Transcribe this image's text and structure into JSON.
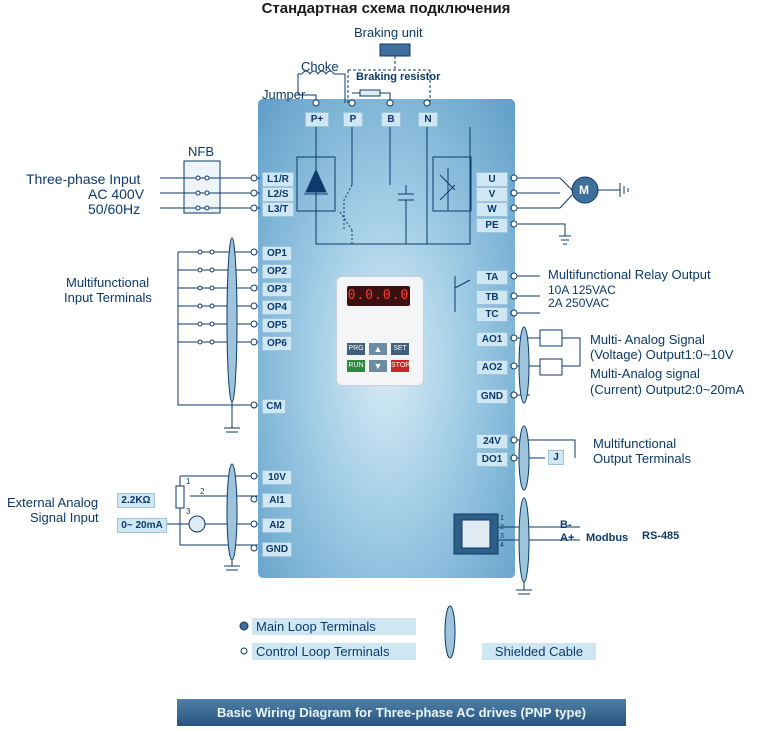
{
  "title": "Стандартная схема подключения",
  "top": {
    "braking_unit": "Braking unit",
    "choke": "Choke",
    "braking_resistor": "Braking resistor",
    "jumper": "Jumper"
  },
  "power_terminals_top": [
    "P+",
    "P",
    "B",
    "N"
  ],
  "input": {
    "nfb": "NFB",
    "line1": "Three-phase Input",
    "line2": "AC 400V",
    "line3": "50/60Hz",
    "terminals": [
      "L1/R",
      "L2/S",
      "L3/T"
    ]
  },
  "output_terminals": [
    "U",
    "V",
    "W",
    "PE"
  ],
  "motor": "M",
  "multi_input": {
    "label1": "Multifunctional",
    "label2": "Input Terminals",
    "terminals": [
      "OP1",
      "OP2",
      "OP3",
      "OP4",
      "OP5",
      "OP6",
      "CM"
    ]
  },
  "analog_in": {
    "terminals": [
      "10V",
      "AI1",
      "AI2",
      "GND"
    ],
    "label1": "External Analog",
    "label2": "Signal Input",
    "pot": "2.2KΩ",
    "current": "0~ 20mA",
    "pin1": "1",
    "pin2": "2",
    "pin3": "3"
  },
  "relay": {
    "terminals": [
      "TA",
      "TB",
      "TC"
    ],
    "label": "Multifunctional Relay Output",
    "rating1": "10A 125VAC",
    "rating2": "2A 250VAC"
  },
  "analog_out": {
    "terminals": [
      "AO1",
      "AO2",
      "GND"
    ],
    "line1": "Multi- Analog Signal",
    "line2": "(Voltage) Output1:0~10V",
    "line3": "Multi-Analog signal",
    "line4": "(Current) Output2:0~20mA"
  },
  "digital_out": {
    "terminals": [
      "24V",
      "DO1"
    ],
    "label1": "Multifunctional",
    "label2": "Output Terminals",
    "relay_tag": "J"
  },
  "modbus": {
    "b_minus": "B-",
    "a_plus": "A+",
    "label": "Modbus",
    "rs": "RS-485",
    "pins": [
      "1",
      "2",
      "3",
      "4"
    ]
  },
  "keypad": {
    "display": "0.0.0.0",
    "btn_prg": "PRG",
    "btn_set": "SET",
    "btn_run": "RUN",
    "btn_stop": "STOP"
  },
  "legend": {
    "main": "Main Loop Terminals",
    "control": "Control Loop Terminals",
    "shielded": "Shielded Cable"
  },
  "footer": "Basic Wiring Diagram for Three-phase AC drives (PNP type)",
  "colors": {
    "line": "#0c3a6b",
    "tag_bg": "#cfe6f3",
    "drive_edge": "#5f9ec8",
    "footer": "#28557f"
  }
}
